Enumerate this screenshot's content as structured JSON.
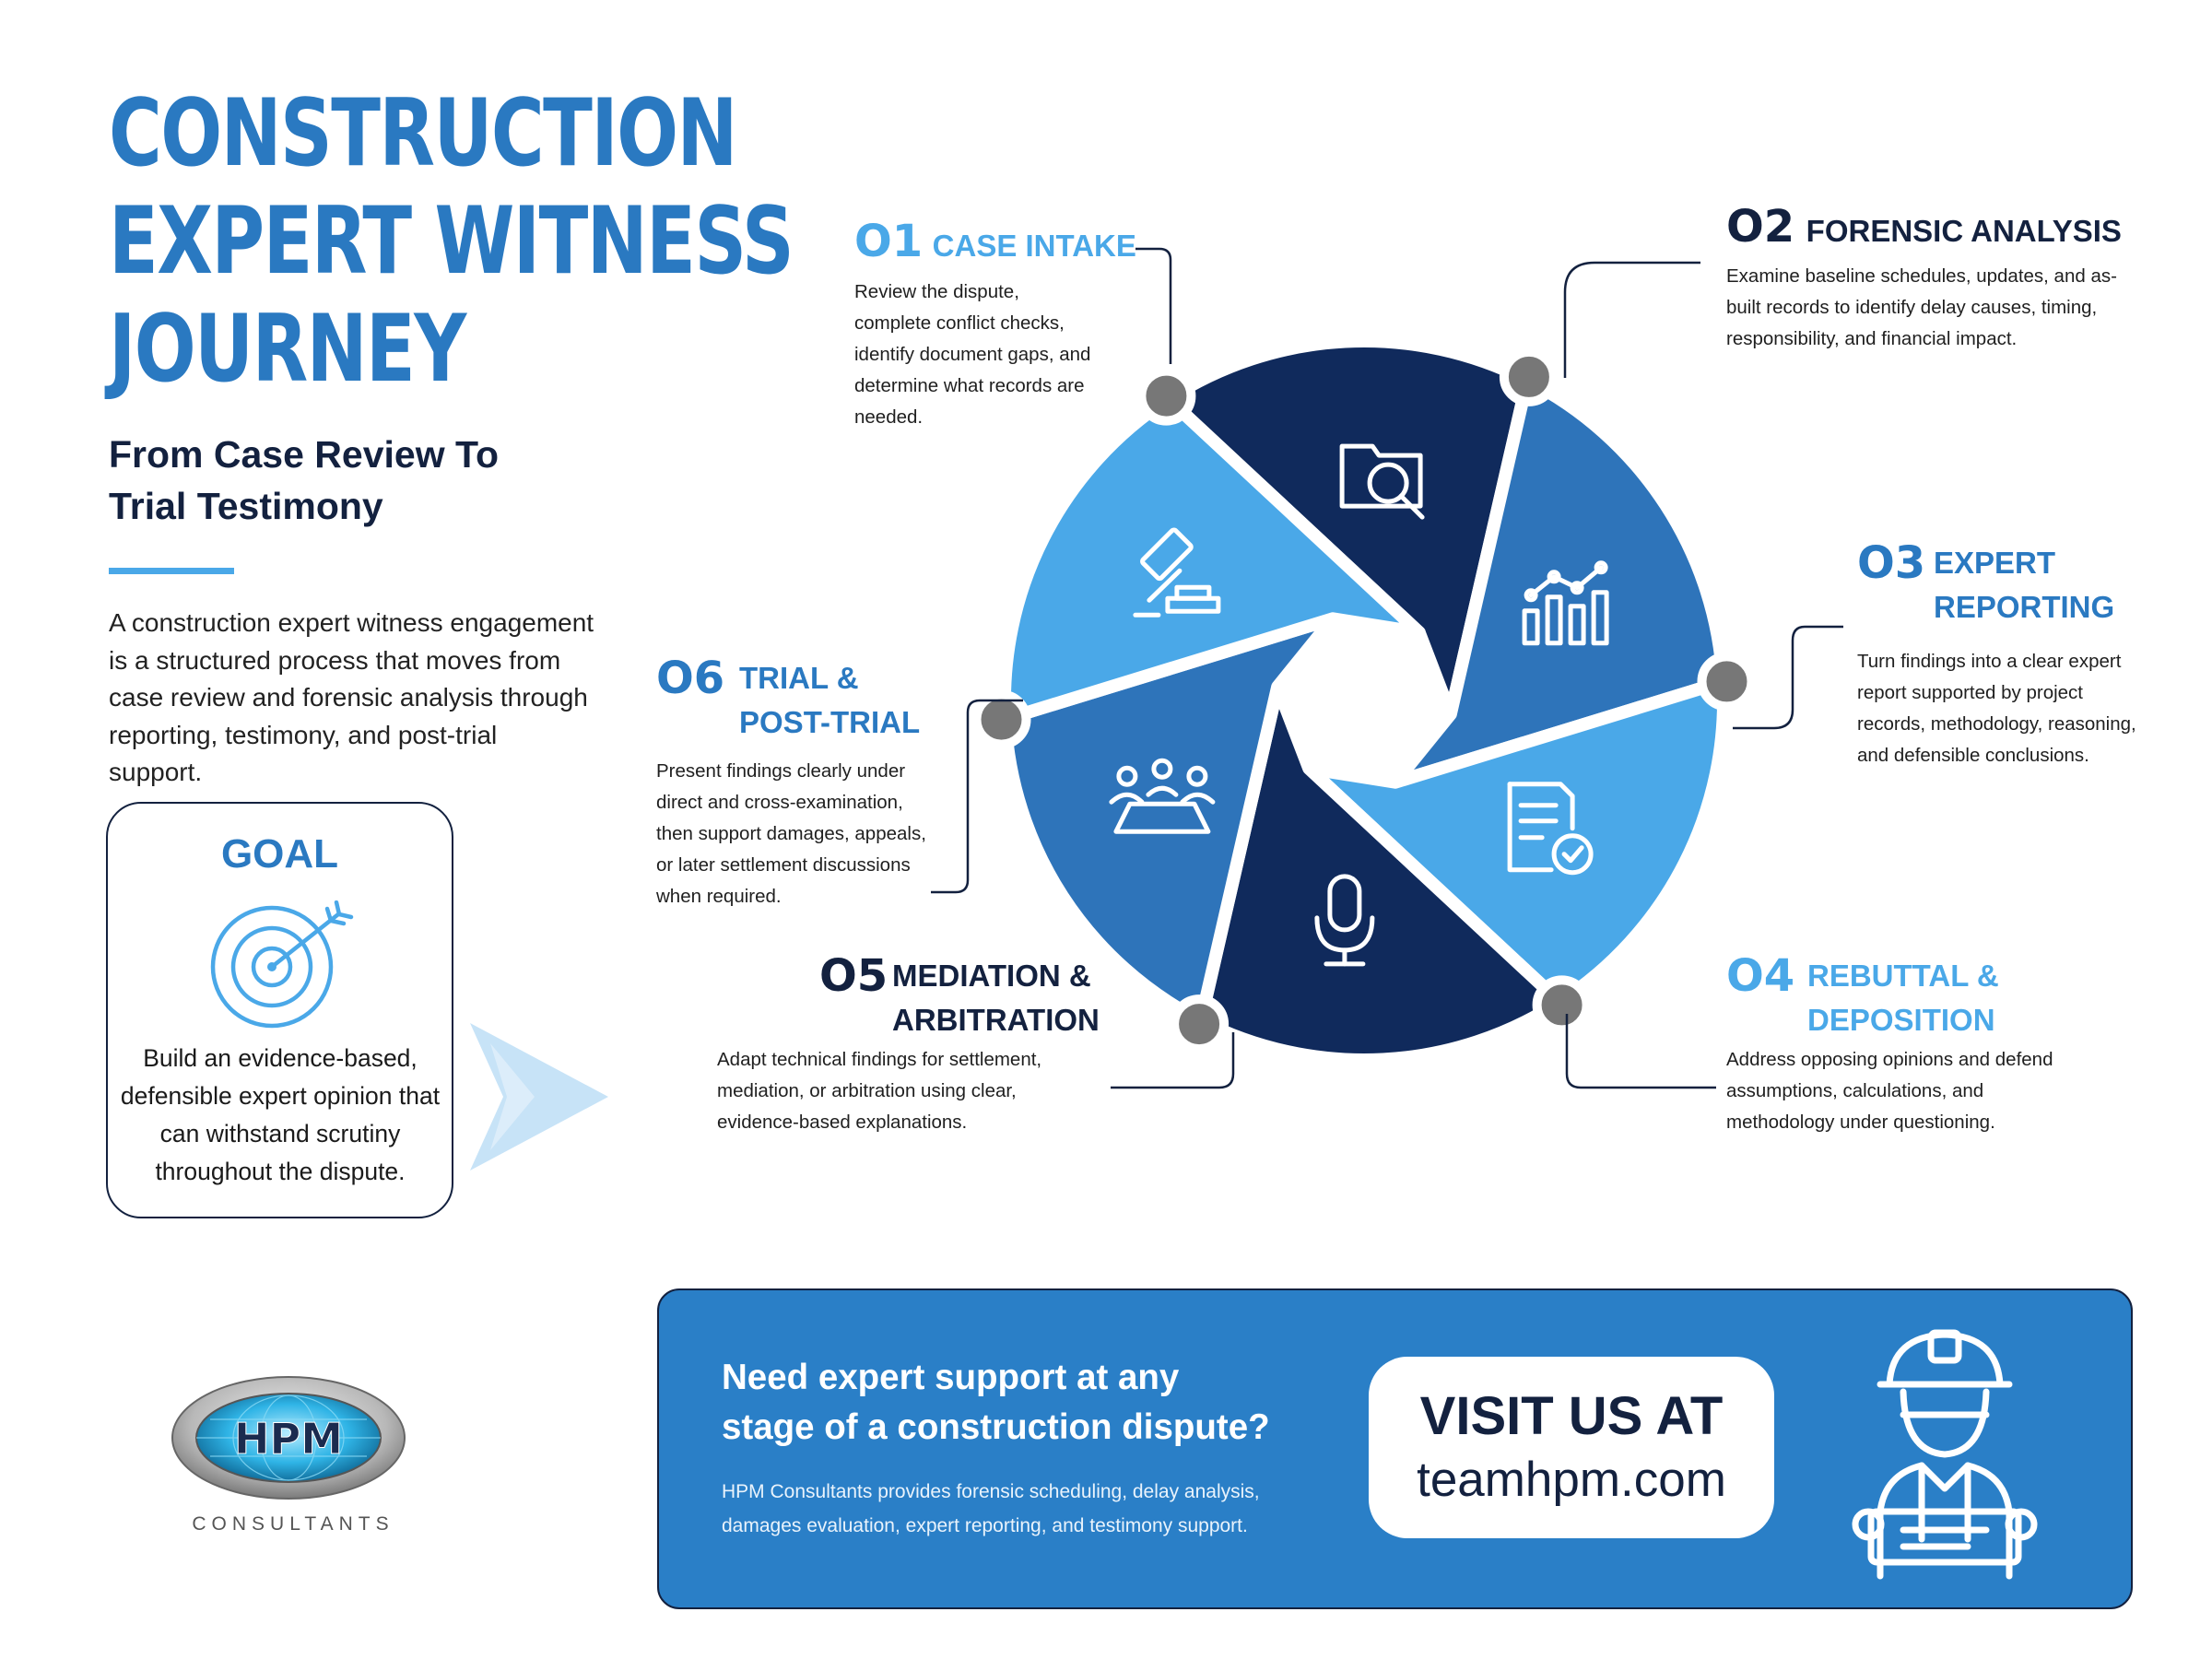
{
  "title": [
    "CONSTRUCTION",
    "EXPERT WITNESS",
    "JOURNEY"
  ],
  "subtitle": [
    "From Case Review To",
    "Trial Testimony"
  ],
  "intro": "A construction expert witness engagement is a structured process that moves from case review and forensic analysis through reporting, testimony, and post-trial support.",
  "goal": {
    "title": "GOAL",
    "icon": "target-icon",
    "text": "Build an evidence-based, defensible expert opinion that can withstand scrutiny throughout the dispute."
  },
  "steps": [
    {
      "num": "O1",
      "title": [
        "CASE INTAKE"
      ],
      "icon": "folder-search-icon",
      "desc": [
        "Review the dispute,",
        "complete conflict checks,",
        "identify document gaps, and",
        "determine what records are",
        "needed."
      ]
    },
    {
      "num": "O2",
      "title": [
        "FORENSIC ANALYSIS"
      ],
      "icon": "chart-analysis-icon",
      "desc": [
        "Examine baseline schedules, updates, and as-",
        "built records to identify delay causes, timing,",
        "responsibility, and financial impact."
      ]
    },
    {
      "num": "O3",
      "title": [
        "EXPERT",
        "REPORTING"
      ],
      "icon": "report-check-icon",
      "desc": [
        "Turn findings into a clear expert",
        "report supported by project",
        "records, methodology, reasoning,",
        "and defensible conclusions."
      ]
    },
    {
      "num": "O4",
      "title": [
        "REBUTTAL &",
        "DEPOSITION"
      ],
      "icon": "microphone-icon",
      "desc": [
        "Address opposing opinions and defend",
        "assumptions, calculations, and",
        "methodology under questioning."
      ]
    },
    {
      "num": "O5",
      "title": [
        "MEDIATION &",
        "ARBITRATION"
      ],
      "icon": "meeting-table-icon",
      "desc": [
        "Adapt technical findings for settlement,",
        "mediation, or arbitration using clear,",
        "evidence-based explanations."
      ]
    },
    {
      "num": "O6",
      "title": [
        "TRIAL &",
        "POST-TRIAL"
      ],
      "icon": "gavel-icon",
      "desc": [
        "Present findings clearly under",
        "direct and cross-examination,",
        "then support damages, appeals,",
        "or later settlement discussions",
        "when required."
      ]
    }
  ],
  "cta": {
    "heading": [
      "Need expert support at any",
      "stage of a construction dispute?"
    ],
    "text": [
      "HPM Consultants provides forensic scheduling, delay analysis,",
      "damages evaluation, expert reporting, and testimony support."
    ],
    "visit_label": "VISIT US AT",
    "url": "teamhpm.com",
    "icon": "engineer-icon"
  },
  "logo": {
    "mark": "HPM",
    "text": "CONSULTANTS"
  },
  "colors": {
    "dark_navy": "#13213f",
    "wheel_dark": "#102a5c",
    "mid_blue": "#2a79c1",
    "light_blue": "#4aa8e8",
    "connector_dot": "#777777",
    "arrow": "#c7e3f7"
  }
}
